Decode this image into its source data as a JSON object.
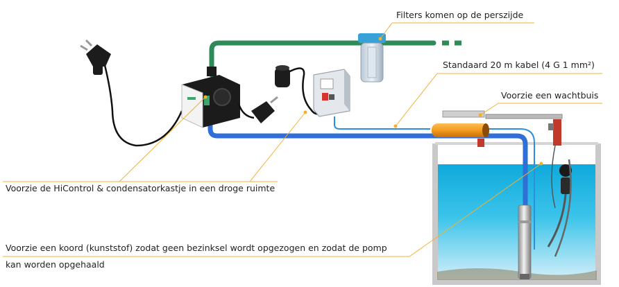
{
  "labels": {
    "filters": "Filters komen op de perszijde",
    "cable": "Standaard 20 m kabel (4 G 1 mm²)",
    "wachtbuis": "Voorzie een wachtbuis",
    "hicontrol": "Voorzie de HiControl & condensatorkastje in een droge ruimte",
    "koord_line1": "Voorzie een koord (kunststof) zodat geen bezinksel wordt opgezogen en zodat de pomp",
    "koord_line2": "kan worden opgehaald"
  },
  "colors": {
    "green_pipe": "#2e8b57",
    "blue_pipe": "#2f6fd6",
    "leader_line": "#f0b030",
    "water": "#1fb6e0",
    "orange_tube": "#f39a1e",
    "red_clamp": "#c0392b"
  },
  "icons": {
    "plug": "power-plug-icon",
    "socket": "socket-plug-icon",
    "controller": "hicontrol-unit-icon",
    "capacitor": "capacitor-box-icon",
    "filter": "water-filter-icon",
    "pump": "submersible-pump-icon",
    "float": "float-switch-icon"
  }
}
